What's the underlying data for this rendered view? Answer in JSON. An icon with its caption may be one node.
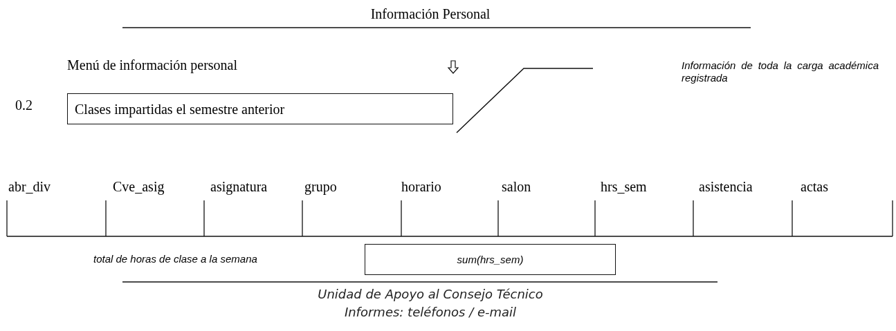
{
  "diagram": {
    "title": "Información Personal",
    "nodes": [
      {
        "text": [
          "Clases impartidas el semestre anterior"
        ]
      },
      {
        "text": [
          "sum(hrs_sem)"
        ]
      }
    ],
    "labels": [
      "Menú de información personal",
      "0.2",
      "Información de toda la carga académica registrada",
      "abr_div",
      "Cve_asig",
      "asignatura",
      "grupo",
      "horario",
      "salon",
      "hrs_sem",
      "asistencia",
      "actas",
      "total de horas de clase a la semana",
      "Unidad de Apoyo al Consejo Técnico",
      "Informes: teléfonos / e-mail"
    ]
  }
}
